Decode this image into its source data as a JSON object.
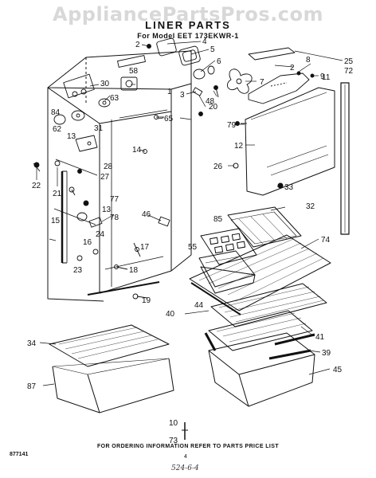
{
  "watermark": "AppliancePartsPros.com",
  "title": "LINER PARTS",
  "model_line": "For Model EET 173EKWR-1",
  "footer": {
    "ordering_note": "FOR ORDERING INFORMATION REFER TO PARTS PRICE LIST",
    "page_number": "4",
    "document_number": "877141",
    "handwritten_mark": "524-6-4"
  },
  "callouts": [
    "2",
    "4",
    "5",
    "6",
    "7",
    "8",
    "9",
    "11",
    "25",
    "72",
    "2",
    "30",
    "58",
    "63",
    "1",
    "3",
    "48",
    "20",
    "65",
    "84",
    "62",
    "13",
    "31",
    "79",
    "12",
    "26",
    "33",
    "14",
    "22",
    "21",
    "27",
    "28",
    "77",
    "13",
    "78",
    "24",
    "16",
    "15",
    "23",
    "46",
    "85",
    "32",
    "55",
    "74",
    "17",
    "18",
    "19",
    "40",
    "44",
    "41",
    "39",
    "45",
    "34",
    "87",
    "10",
    "73"
  ]
}
